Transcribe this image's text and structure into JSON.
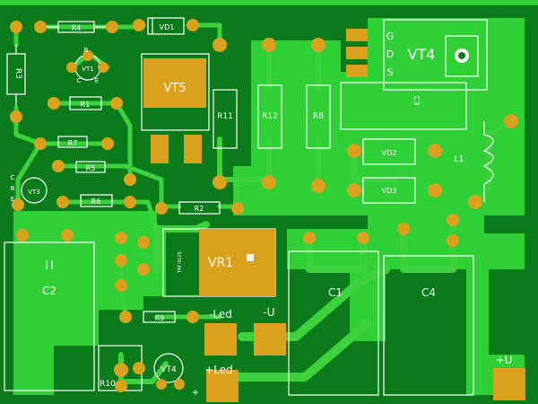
{
  "board": {
    "colors": {
      "substrate": "#0a7a1a",
      "copper_fill": "#2fcf36",
      "trace": "#3ed13e",
      "pad": "#d9a11e",
      "silkscreen": "#ffffff"
    }
  },
  "labels": {
    "R3": "R3",
    "R4": "R4",
    "VD1": "VD1",
    "VT1": "VT1",
    "VT1_B": "B",
    "VT1_C": "C",
    "VT1_E": "E",
    "R1": "R1",
    "R7": "R7",
    "R5": "R5",
    "R6": "R6",
    "VT3": "VT3",
    "VT3_C": "C",
    "VT3_B": "B",
    "VT3_E": "E",
    "VT5": "VT5",
    "R11": "R11",
    "R12": "R12",
    "R8": "R8",
    "VT4_big": "VT4",
    "VT4_G": "G",
    "VT4_D": "D",
    "VT4_S": "S",
    "C3": "C3",
    "VD2": "VD2",
    "VD3": "VD3",
    "L1": "L1",
    "R2": "R2",
    "VR1": "VR1",
    "VR1_small": "TRF-0125",
    "C2": "C2",
    "C1": "C1",
    "C4": "C4",
    "R9": "R9",
    "R10": "R10",
    "VT4_small": "VT4",
    "minus_led": "-Led",
    "minus_u": "-U",
    "plus_led": "+Led",
    "plus_u": "+U",
    "plus_small": "+"
  }
}
